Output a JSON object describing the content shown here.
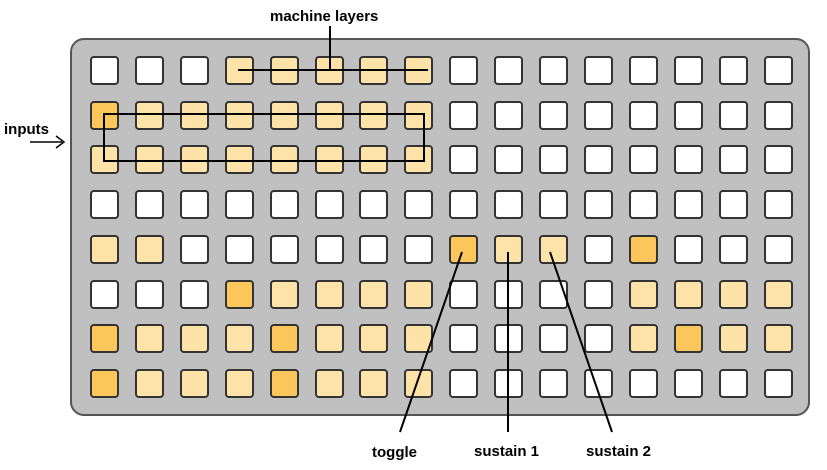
{
  "labels": {
    "machine_layers": "machine layers",
    "inputs": "inputs",
    "toggle": "toggle",
    "sustain1": "sustain 1",
    "sustain2": "sustain 2"
  },
  "colors": {
    "off": "#ffffff",
    "light": "#fde3a8",
    "orange": "#fbc75a",
    "panel": "#c0c0c0",
    "border": "#333333"
  },
  "grid": {
    "rows": 8,
    "cols": 16,
    "cells": [
      "WWWLLLLLWWWWWWWW",
      "OLLLLLLLWWWWWWWW",
      "LLLLLLLLWWWWWWWW",
      "WWWWWWWWWWWWWWWW",
      "LLWWWWWWOLLWOWWW",
      "WWWOLLLLWWWWLLLL",
      "OLLLOLLLWWWWLOLL",
      "OLLLOLLLWWWWWWWW"
    ]
  }
}
